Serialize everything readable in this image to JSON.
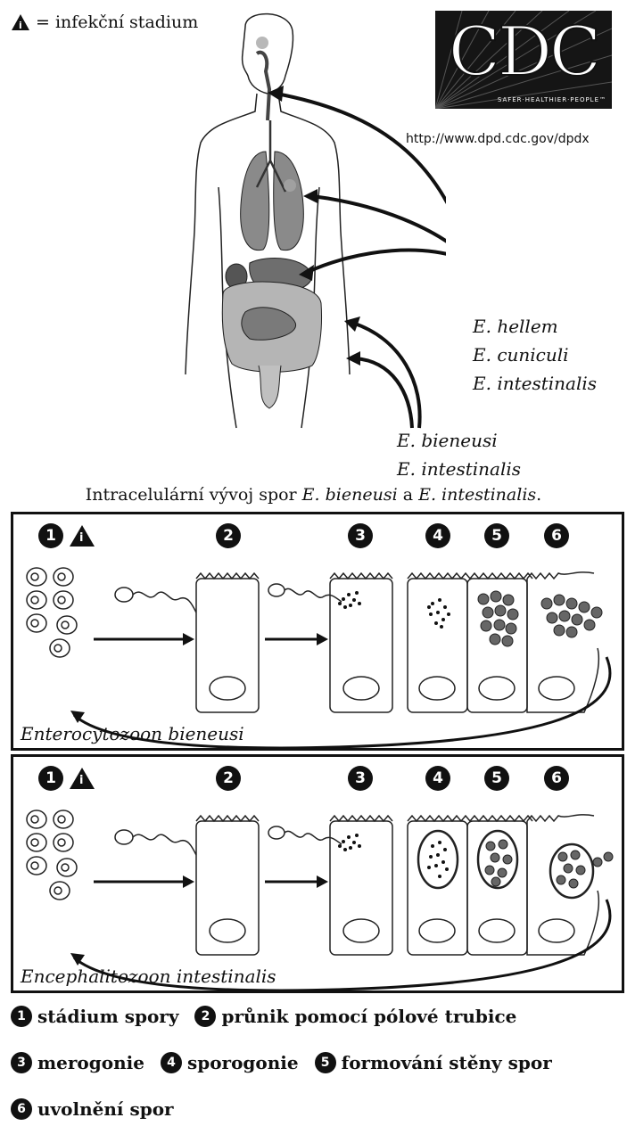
{
  "infective_legend": "= infekční stadium",
  "cdc": {
    "logo": "CDC",
    "slogan": "SAFER·HEALTHIER·PEOPLE™",
    "url": "http://www.dpd.cdc.gov/dpdx"
  },
  "species_upper": [
    "E. hellem",
    "E. cuniculi",
    "E. intestinalis"
  ],
  "species_lower": [
    "E. bieneusi",
    "E. intestinalis"
  ],
  "section_title": {
    "prefix": "Intracelulární vývoj spor ",
    "sp1": "E. bieneusi",
    "mid": " a ",
    "sp2": "E. intestinalis",
    "suffix": "."
  },
  "panels": [
    {
      "label": "Enterocytozoon bieneusi"
    },
    {
      "label": "Encephalitozoon intestinalis"
    }
  ],
  "stage_numbers": [
    "1",
    "2",
    "3",
    "4",
    "5",
    "6"
  ],
  "legend": [
    {
      "num": "1",
      "text": "stádium spory"
    },
    {
      "num": "2",
      "text": "průnik pomocí pólové trubice"
    },
    {
      "num": "3",
      "text": "merogonie"
    },
    {
      "num": "4",
      "text": "sporogonie"
    },
    {
      "num": "5",
      "text": "formování stěny spor"
    },
    {
      "num": "6",
      "text": "uvolnění spor"
    }
  ]
}
